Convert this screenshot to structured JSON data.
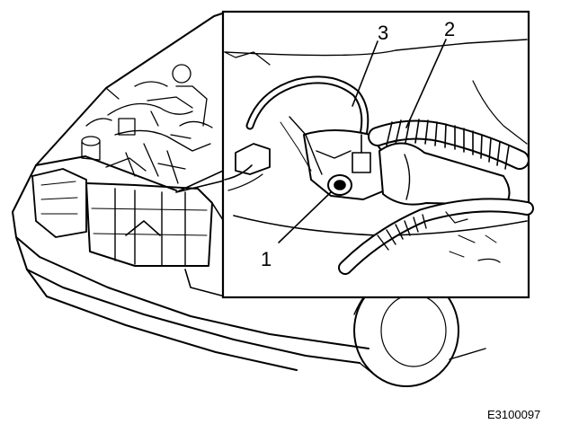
{
  "figure": {
    "callouts": [
      {
        "id": "1",
        "label": "1"
      },
      {
        "id": "2",
        "label": "2"
      },
      {
        "id": "3",
        "label": "3"
      }
    ],
    "figure_code": "E3100097"
  },
  "colors": {
    "ink": "#000000",
    "background": "#ffffff"
  }
}
